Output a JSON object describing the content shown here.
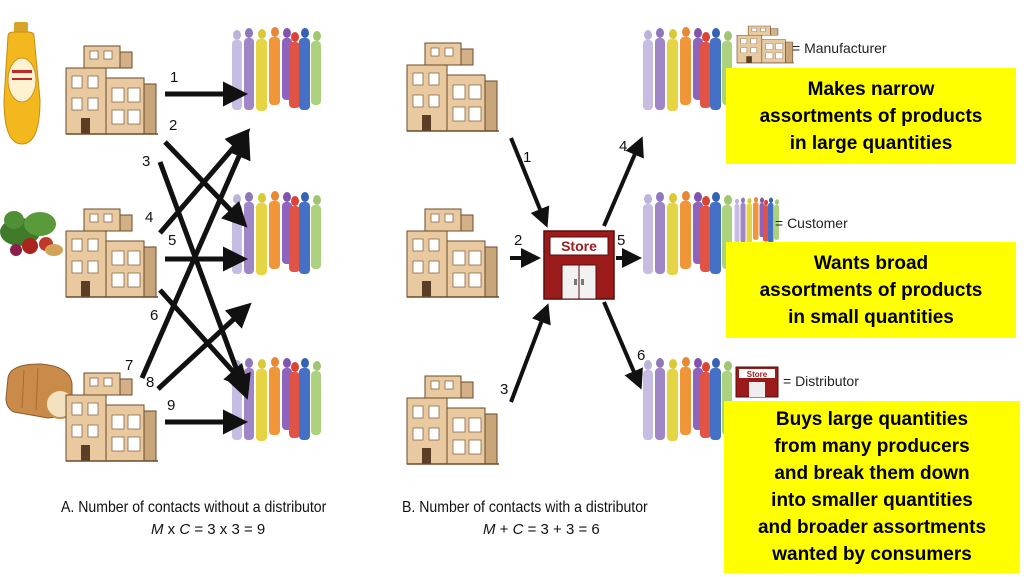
{
  "arrow_labels_a": [
    "1",
    "2",
    "3",
    "4",
    "5",
    "6",
    "7",
    "8",
    "9"
  ],
  "arrow_labels_b": [
    "1",
    "2",
    "3",
    "4",
    "5",
    "6"
  ],
  "store_sign": "Store",
  "legend_store_sign": "Store",
  "caption_a": {
    "title": "A. Number of contacts without a distributor",
    "formula": {
      "m": "M",
      "op": " x ",
      "c": "C",
      "rest": " = 3 x 3 = 9"
    }
  },
  "caption_b": {
    "title": "B. Number of contacts with a distributor",
    "formula": {
      "m": "M",
      "op": " + ",
      "c": "C",
      "rest": " = 3 + 3 = 6"
    }
  },
  "legend": {
    "manufacturer": "= Manufacturer",
    "customer": "= Customer",
    "distributor": "= Distributor"
  },
  "boxes": {
    "manufacturer": [
      "Makes narrow",
      "assortments of products",
      "in large quantities"
    ],
    "customer": [
      "Wants broad",
      "assortments of products",
      "in small quantities"
    ],
    "distributor": [
      "Buys large quantities",
      "from many producers",
      "and break them down",
      "into smaller quantities",
      "and broader assortments",
      "wanted by consumers"
    ]
  },
  "colors": {
    "highlight": "#ffff00",
    "store": "#9b1b1b",
    "building": "#e8c9a0",
    "arrow": "#111111"
  },
  "product_icons": [
    "baby-shampoo-bottle",
    "vegetables",
    "bread-loaf"
  ]
}
